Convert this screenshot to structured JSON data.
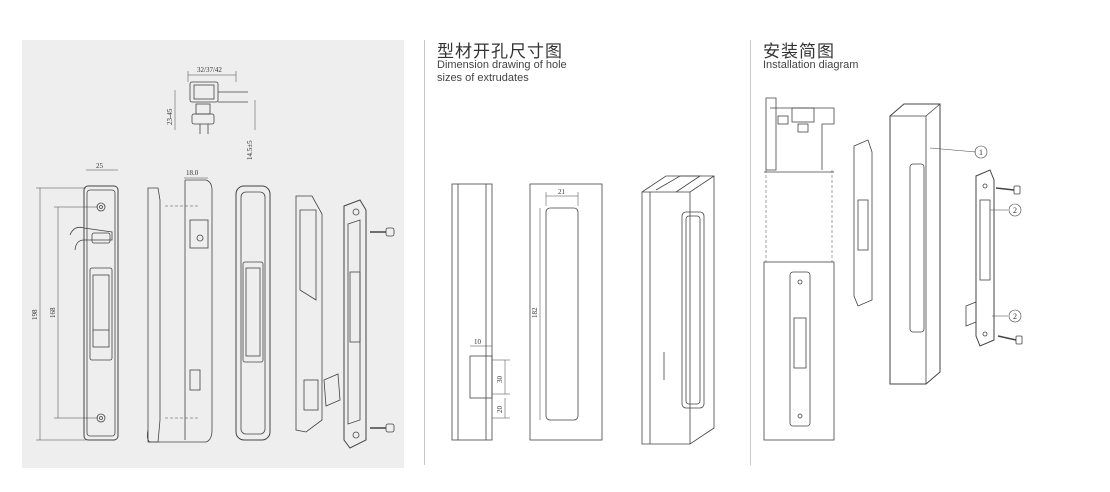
{
  "section2": {
    "title": "型材开孔尺寸图",
    "subtitle_line1": "Dimension drawing of hole",
    "subtitle_line2": "sizes of extrudates"
  },
  "section3": {
    "title": "安装简图",
    "subtitle": "Installation diagram"
  },
  "dimensions": {
    "top_width": "32/37/42",
    "top_height": "23-45",
    "top_offset": "14.5±5",
    "body_width": "25",
    "total_length": "198",
    "inner_length": "168",
    "side_depth": "18.0",
    "hole_width": "21",
    "hole_length": "182",
    "cut_width": "10",
    "cut_height": "30",
    "cut_offset": "20"
  },
  "callouts": {
    "c1": "1",
    "c2a": "2",
    "c2b": "2"
  }
}
